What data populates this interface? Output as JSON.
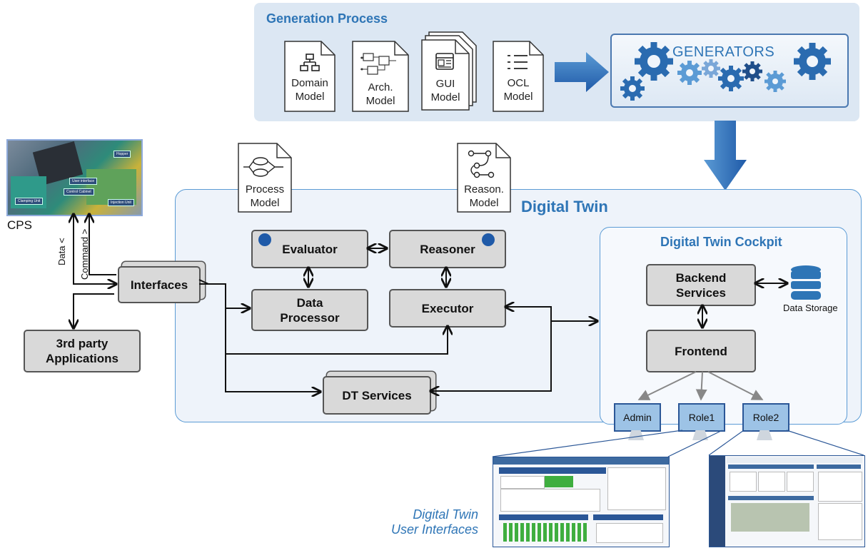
{
  "generation": {
    "title": "Generation Process",
    "docs": [
      {
        "label_line1": "Domain",
        "label_line2": "Model",
        "icon": "hierarchy-icon"
      },
      {
        "label_line1": "Arch.",
        "label_line2": "Model",
        "icon": "architecture-icon"
      },
      {
        "label_line1": "GUI",
        "label_line2": "Model",
        "icon": "window-icon"
      },
      {
        "label_line1": "OCL",
        "label_line2": "Model",
        "icon": "list-icon"
      }
    ],
    "generators_label": "GENERATORS"
  },
  "cps": {
    "label": "CPS",
    "image_labels": [
      "Hopper",
      "User interface",
      "Control Cabinet",
      "Clamping Unit",
      "Injection Unit"
    ],
    "data_label": "Data <",
    "command_label": "Command >"
  },
  "digital_twin": {
    "title": "Digital Twin",
    "process_model": {
      "line1": "Process",
      "line2": "Model"
    },
    "reason_model": {
      "line1": "Reason.",
      "line2": "Model"
    },
    "evaluator": "Evaluator",
    "reasoner": "Reasoner",
    "data_processor": {
      "line1": "Data",
      "line2": "Processor"
    },
    "executor": "Executor",
    "dt_services": "DT Services",
    "interfaces": "Interfaces"
  },
  "third_party": {
    "line1": "3rd party",
    "line2": "Applications"
  },
  "cockpit": {
    "title": "Digital Twin Cockpit",
    "backend": {
      "line1": "Backend",
      "line2": "Services"
    },
    "frontend": "Frontend",
    "data_storage": "Data Storage",
    "roles": [
      "Admin",
      "Role1",
      "Role2"
    ]
  },
  "user_interfaces": {
    "line1": "Digital Twin",
    "line2": "User Interfaces"
  },
  "colors": {
    "accent": "#2e75b6",
    "box_fill": "#d9d9d9",
    "dot": "#1f5aa8",
    "panel": "#dce7f3"
  }
}
